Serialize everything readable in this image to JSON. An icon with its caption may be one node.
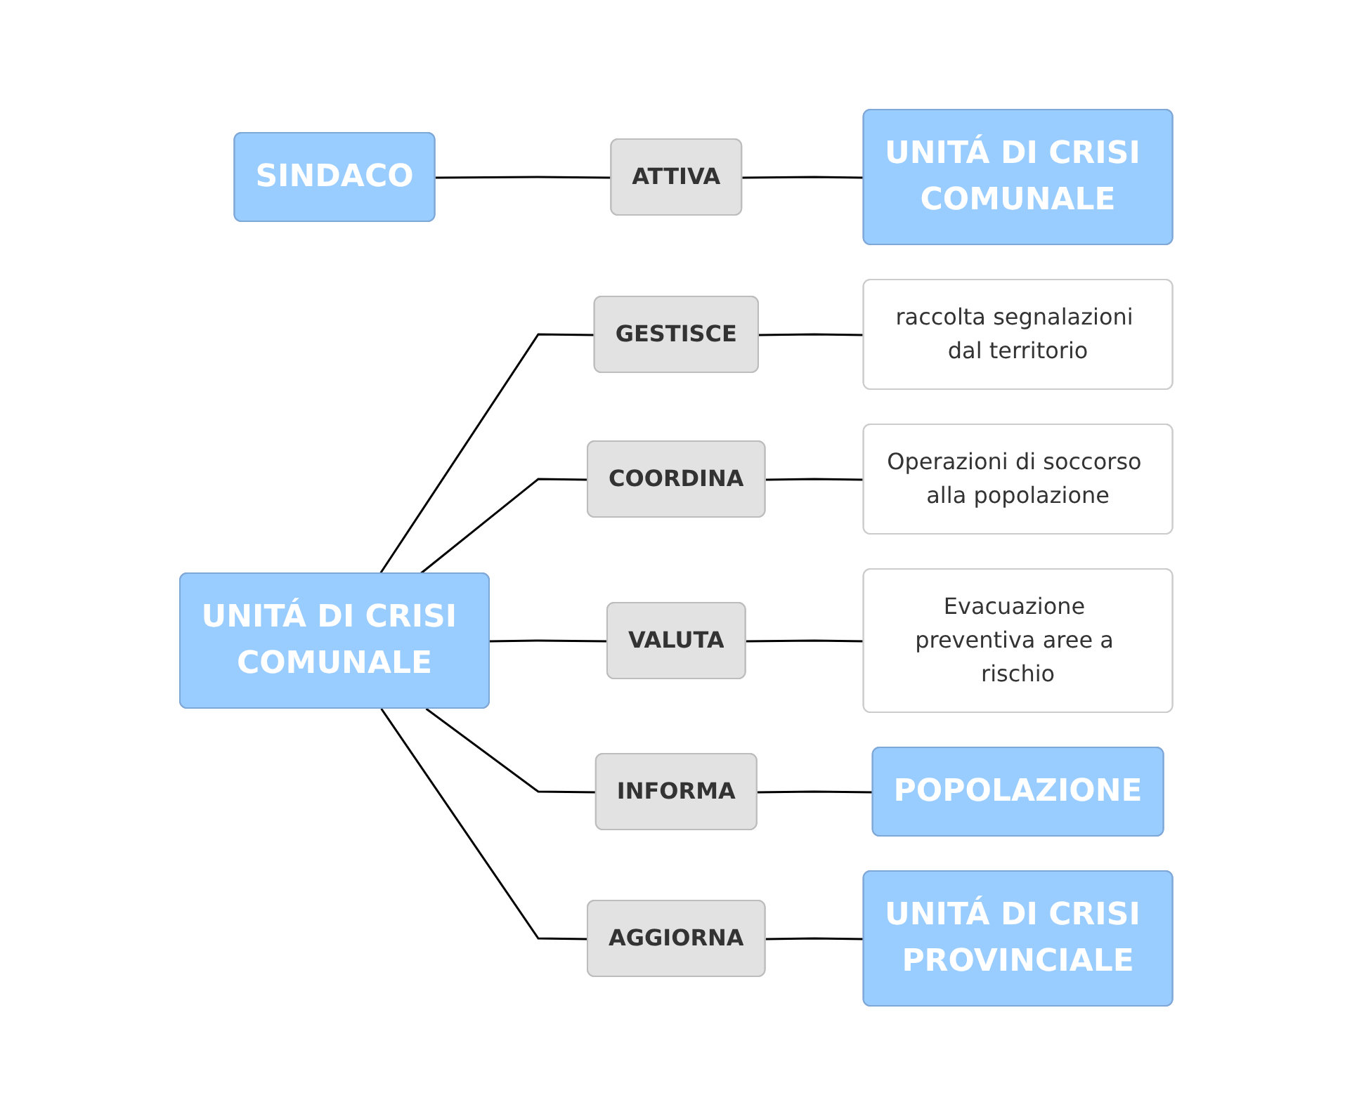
{
  "diagram": {
    "nodes": [
      {
        "text": [
          "SINDACO"
        ]
      },
      {
        "text": [
          "ATTIVA"
        ]
      },
      {
        "text": [
          "UNITÁ DI CRISI COMUNALE"
        ]
      },
      {
        "text": [
          "UNITÁ DI CRISI COMUNALE"
        ]
      },
      {
        "text": [
          "GESTISCE"
        ]
      },
      {
        "text": [
          "raccolta segnalazioni dal territorio"
        ]
      },
      {
        "text": [
          "COORDINA"
        ]
      },
      {
        "text": [
          "Operazioni di soccorso alla popolazione"
        ]
      },
      {
        "text": [
          "VALUTA"
        ]
      },
      {
        "text": [
          "Evacuazione preventiva aree a rischio"
        ]
      },
      {
        "text": [
          "INFORMA"
        ]
      },
      {
        "text": [
          "POPOLAZIONE"
        ]
      },
      {
        "text": [
          "AGGIORNA"
        ]
      },
      {
        "text": [
          "UNITÁ DI CRISI PROVINCIALE"
        ]
      }
    ],
    "edges": [
      {
        "from": 0,
        "to": 1,
        "arrow": "none"
      },
      {
        "from": 1,
        "to": 2,
        "arrow": "none"
      },
      {
        "from": 3,
        "to": 4,
        "arrow": "none"
      },
      {
        "from": 4,
        "to": 5,
        "arrow": "none"
      },
      {
        "from": 3,
        "to": 6,
        "arrow": "none"
      },
      {
        "from": 6,
        "to": 7,
        "arrow": "none"
      },
      {
        "from": 3,
        "to": 8,
        "arrow": "none"
      },
      {
        "from": 8,
        "to": 9,
        "arrow": "none"
      },
      {
        "from": 3,
        "to": 10,
        "arrow": "none"
      },
      {
        "from": 10,
        "to": 11,
        "arrow": "none"
      },
      {
        "from": 3,
        "to": 12,
        "arrow": "none"
      },
      {
        "from": 12,
        "to": 13,
        "arrow": "none"
      }
    ]
  }
}
